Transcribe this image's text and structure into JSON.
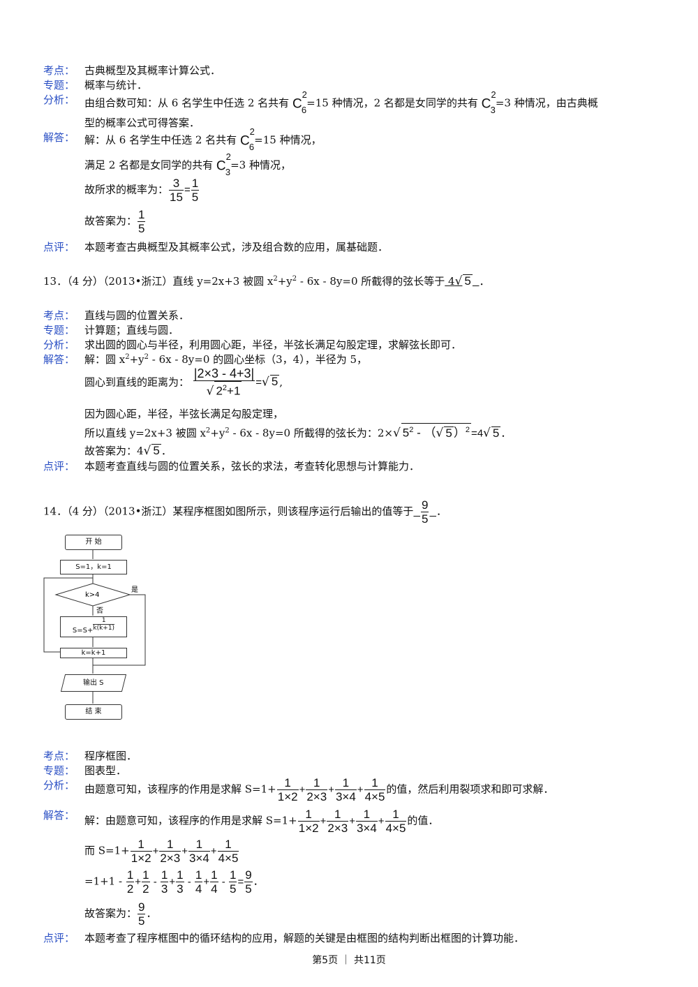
{
  "q12": {
    "kaodian_label": "考点：",
    "kaodian": "古典概型及其概率计算公式．",
    "zhuanti_label": "专题：",
    "zhuanti": "概率与统计．",
    "fenxi_label": "分析：",
    "fenxi_1a": "由组合数可知：从 6 名学生中任选 2 名共有 ",
    "c6": "C",
    "c6_sup": "2",
    "c6_sub": "6",
    "fenxi_1b": "=15 种情况，2 名都是女同学的共有 ",
    "c3": "C",
    "c3_sup": "2",
    "c3_sub": "3",
    "fenxi_1c": "=3 种情况，由古典概",
    "fenxi_2": "型的概率公式可得答案．",
    "jieda_label": "解答：",
    "jieda_1a": "解：从 6 名学生中任选 2 名共有 ",
    "jieda_1b": "=15 种情况，",
    "jieda_2a": "满足 2 名都是女同学的共有 ",
    "jieda_2b": "=3 种情况，",
    "jieda_3": "故所求的概率为：",
    "frac1_n": "3",
    "frac1_d": "15",
    "eq": "=",
    "frac2_n": "1",
    "frac2_d": "5",
    "jieda_4": "故答案为：",
    "ans_n": "1",
    "ans_d": "5",
    "dianping_label": "点评：",
    "dianping": "本题考查古典概型及其概率公式，涉及组合数的应用，属基础题．"
  },
  "q13": {
    "stem_a": "13．（4 分）（2013•浙江）直线 y=2x+3 被圆 x",
    "stem_b": "+y",
    "stem_c": " - 6x - 8y=0 所截得的弦长等于",
    "ans_pre": "  4",
    "ans_rad": "5",
    "stem_end": "．",
    "sq": "2",
    "kaodian_label": "考点：",
    "kaodian": "直线与圆的位置关系．",
    "zhuanti_label": "专题：",
    "zhuanti": "计算题；直线与圆．",
    "fenxi_label": "分析：",
    "fenxi": "求出圆的圆心与半径，利用圆心距，半径，半弦长满足勾股定理，求解弦长即可．",
    "jieda_label": "解答：",
    "jieda_1a": "解：圆 x",
    "jieda_1b": "+y",
    "jieda_1c": " - 6x - 8y=0 的圆心坐标（3，4），半径为 5，",
    "jieda_2": "圆心到直线的距离为：",
    "dist_num": "|2×3 - 4+3|",
    "dist_den": "2",
    "dist_den_b": "+1",
    "dist_eq": "=",
    "dist_res": "5",
    "dist_end": ",",
    "jieda_3": "因为圆心距，半径，半弦长满足勾股定理，",
    "jieda_4a": "所以直线 y=2x+3 被圆 x",
    "jieda_4b": "+y",
    "jieda_4c": " - 6x - 8y=0 所截得的弦长为：2×",
    "chord_inner_a": "5",
    "chord_inner_b": " - （",
    "chord_inner_rad": "5",
    "chord_inner_c": "）",
    "chord_eq": "=4",
    "chord_res": "5",
    "chord_end": "．",
    "jieda_5": "故答案为：4",
    "ans_end": "．",
    "dianping_label": "点评：",
    "dianping": "本题考查直线与圆的位置关系，弦长的求法，考查转化思想与计算能力．"
  },
  "q14": {
    "stem": "14．（4 分）（2013•浙江）某程序框图如图所示，则该程序运行后输出的值等于",
    "ans_n": "9",
    "ans_d": "5",
    "stem_end": "．",
    "flow": {
      "start": "开  始",
      "init": "S=1，k=1",
      "cond": "k>4",
      "yes": "是",
      "no": "否",
      "update_pre": "S=S+",
      "update_n": "1",
      "update_d": "k(k+1)",
      "inc": "k=k+1",
      "output": "输出 S",
      "end": "结  束"
    },
    "kaodian_label": "考点：",
    "kaodian": "程序框图．",
    "zhuanti_label": "专题：",
    "zhuanti": "图表型．",
    "fenxi_label": "分析：",
    "fenxi_a": "由题意可知，该程序的作用是求解 S=1+",
    "fenxi_b": "的值，然后利用裂项求和即可求解．",
    "jieda_label": "解答：",
    "jieda_1a": "解：由题意可知，该程序的作用是求解 S=1+",
    "jieda_1b": "的值．",
    "jieda_2a": "而 S=1+",
    "jieda_3a": "=1+1 - ",
    "jieda_4": "故答案为：",
    "ans_end": "．",
    "terms": [
      {
        "n": "1",
        "d": "1×2"
      },
      {
        "n": "1",
        "d": "2×3"
      },
      {
        "n": "1",
        "d": "3×4"
      },
      {
        "n": "1",
        "d": "4×5"
      }
    ],
    "tele": [
      {
        "n": "1",
        "d": "2"
      },
      {
        "n": "1",
        "d": "2"
      },
      {
        "n": "1",
        "d": "3"
      },
      {
        "n": "1",
        "d": "3"
      },
      {
        "n": "1",
        "d": "4"
      },
      {
        "n": "1",
        "d": "4"
      },
      {
        "n": "1",
        "d": "5"
      },
      {
        "n": "9",
        "d": "5"
      }
    ],
    "tele_ops": [
      "+",
      " - ",
      "+",
      " - ",
      "+",
      " - ",
      "="
    ],
    "plus": "+",
    "dianping_label": "点评：",
    "dianping": "本题考查了程序框图中的循环结构的应用，解题的关键是由框图的结构判断出框图的计算功能．"
  },
  "footer": "第5页 ｜ 共11页"
}
